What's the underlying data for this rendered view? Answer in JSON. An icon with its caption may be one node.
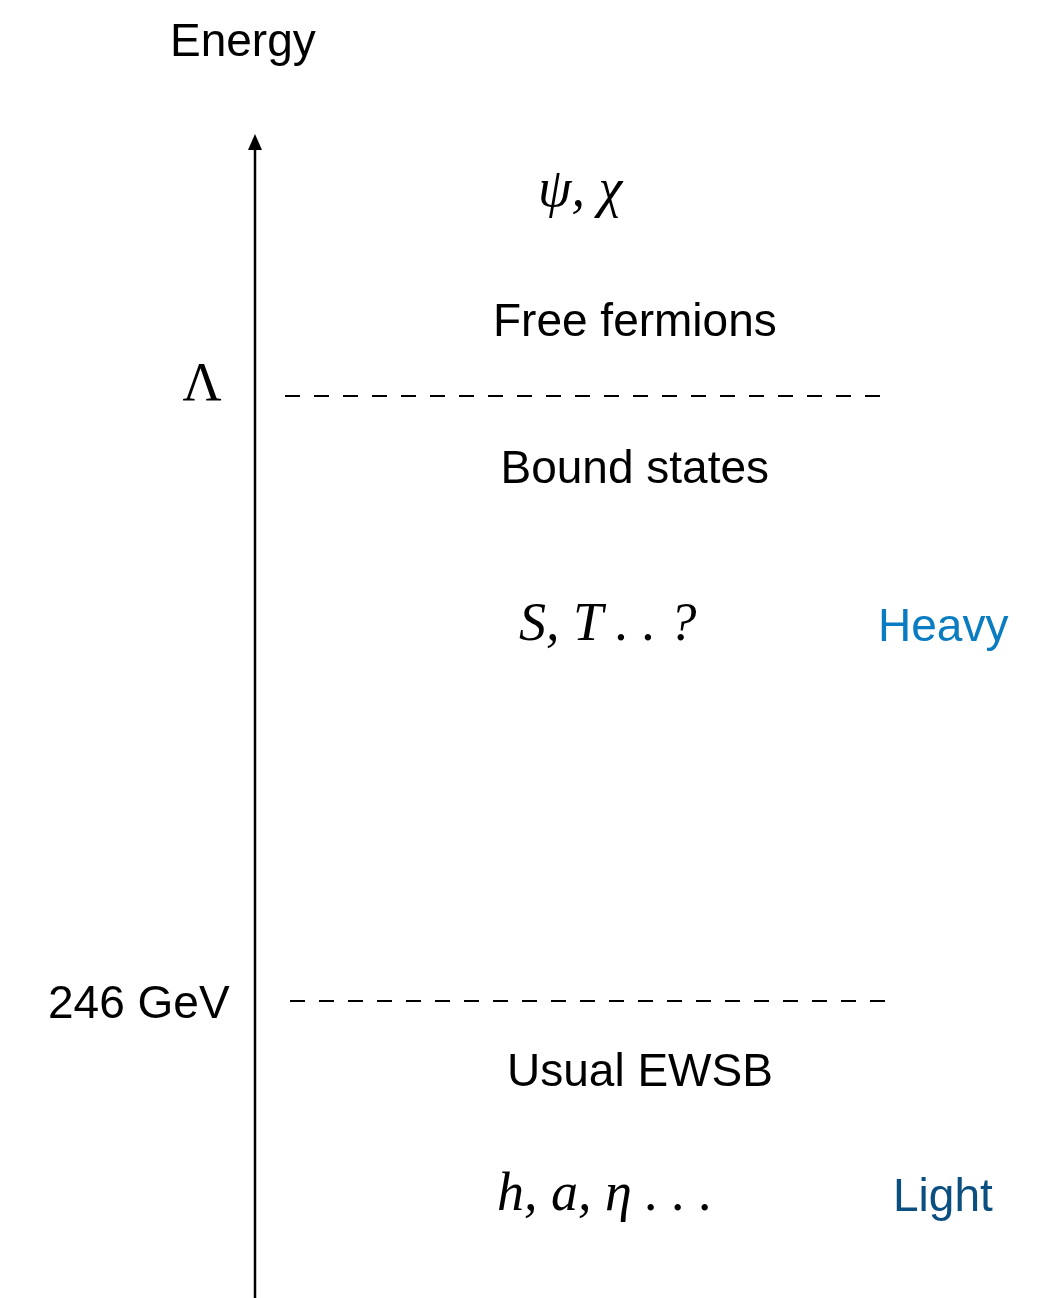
{
  "diagram": {
    "labels": [
      "Energy",
      "ψ, χ",
      "Free fermions",
      "Λ",
      "Bound states",
      "S, T . . ?",
      "Heavy",
      "246 GeV",
      "Usual EWSB",
      "h, a, η . . .",
      "Light"
    ]
  }
}
